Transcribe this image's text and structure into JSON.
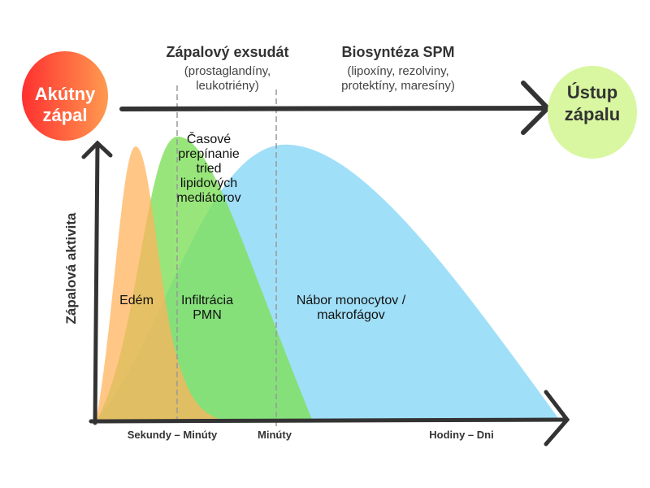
{
  "start": {
    "label_line1": "Akútny",
    "label_line2": "zápal",
    "color": "#ff5a3a"
  },
  "end": {
    "label_line1": "Ústup",
    "label_line2": "zápalu",
    "color": "#d8f7a0"
  },
  "phases": [
    {
      "title": "Zápalový exsudát",
      "line1": "(prostaglandíny,",
      "line2": "leukotriény)"
    },
    {
      "title": "Biosyntéza SPM",
      "line1": "(lipoxíny, rezolviny,",
      "line2": "protektíny, maresíny)"
    }
  ],
  "switch_note": [
    "Časové",
    "prepínanie",
    "tried",
    "lipidových",
    "mediátorov"
  ],
  "curves": [
    {
      "label_line1": "Edém",
      "label_line2": "",
      "color": "#ffb35c"
    },
    {
      "label_line1": "Infiltrácia",
      "label_line2": "PMN",
      "color": "#7ee05a"
    },
    {
      "label_line1": "Nábor monocytov /",
      "label_line2": "makrofágov",
      "color": "#8fd9f7"
    }
  ],
  "y_axis_label": "Zápalová aktivita",
  "x_ticks": [
    "Sekundy – Minúty",
    "Minúty",
    "Hodiny – Dni"
  ]
}
